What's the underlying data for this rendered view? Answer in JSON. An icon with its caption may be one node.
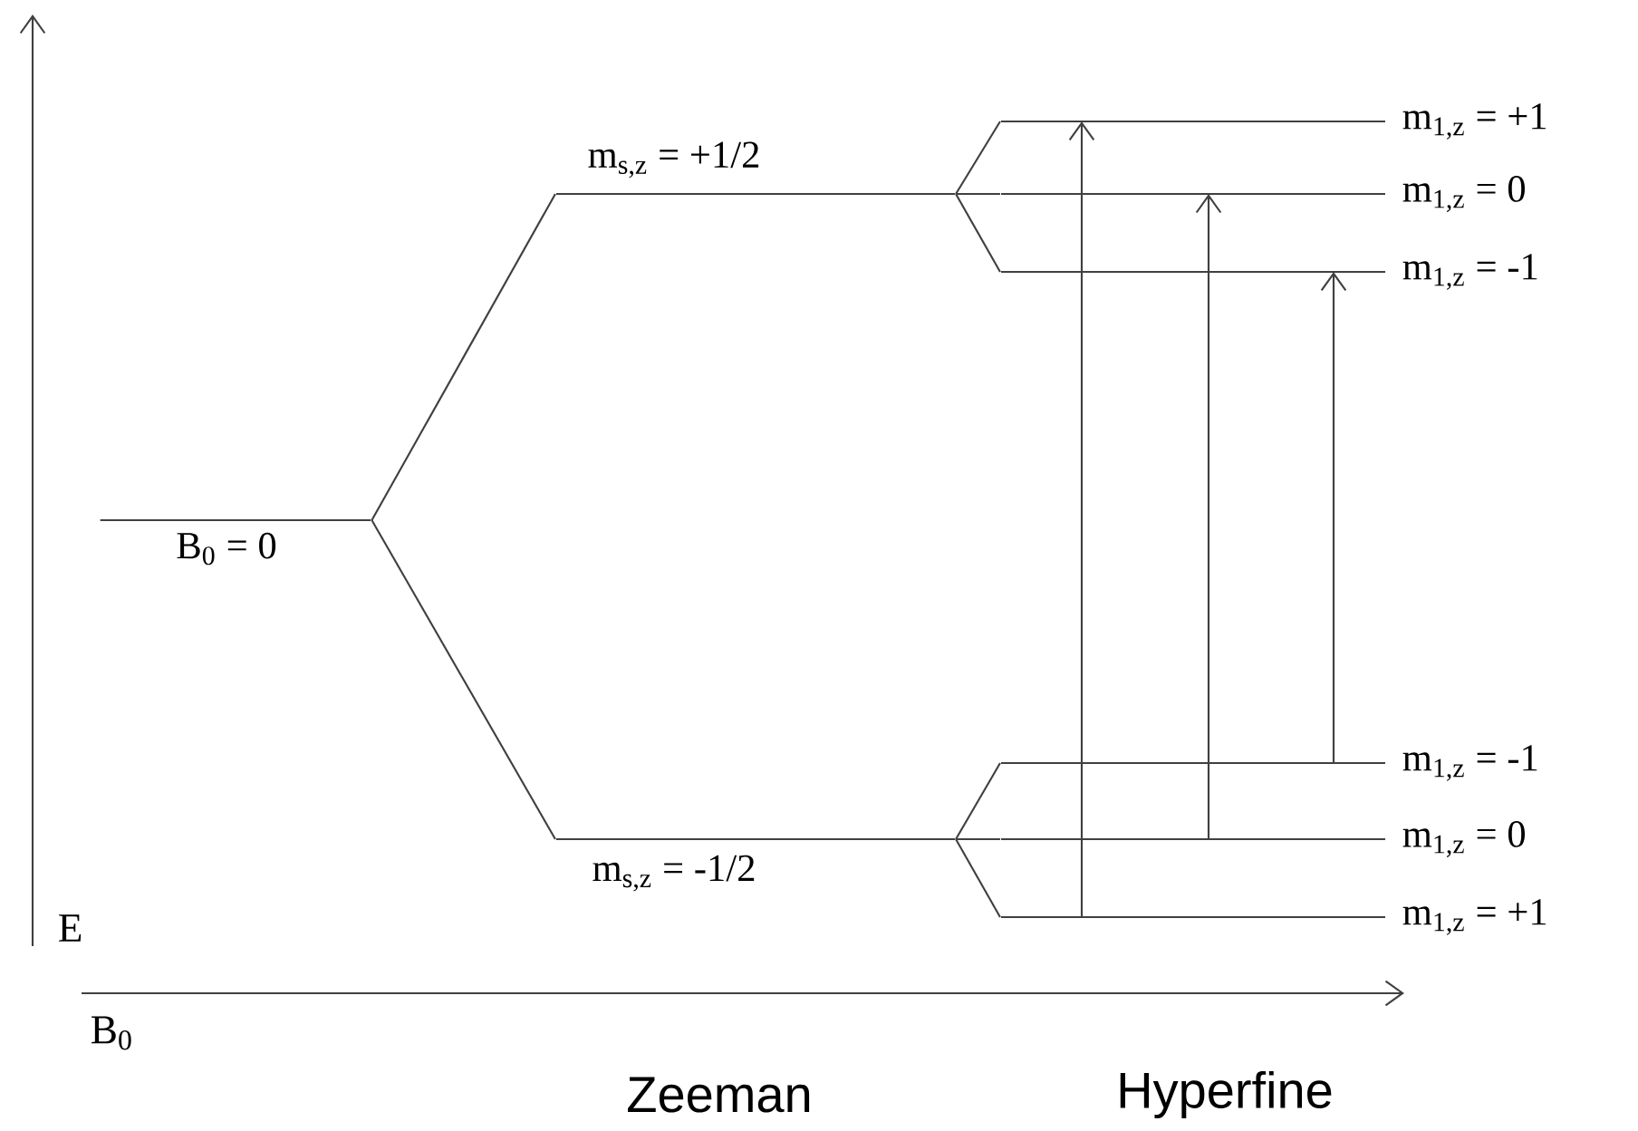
{
  "diagram": {
    "nodes": [
      {
        "text": [],
        "shape": "bar",
        "beside": [
          "B$_{0}$ = 0"
        ]
      },
      {
        "text": [],
        "shape": "bar",
        "beside": [
          "m$_{s,z}$ = +1/2"
        ]
      },
      {
        "text": [],
        "shape": "bar",
        "beside": [
          "m$_{s,z}$ = -1/2"
        ]
      },
      {
        "text": [],
        "shape": "bar",
        "beside": [
          "m$_{1,z}$ = +1"
        ]
      },
      {
        "text": [],
        "shape": "bar",
        "beside": [
          "m$_{1,z}$ = 0"
        ]
      },
      {
        "text": [],
        "shape": "bar",
        "beside": [
          "m$_{1,z}$ = -1"
        ]
      },
      {
        "text": [],
        "shape": "bar",
        "beside": [
          "m$_{1,z}$ = -1"
        ]
      },
      {
        "text": [],
        "shape": "bar",
        "beside": [
          "m$_{1,z}$ = 0"
        ]
      },
      {
        "text": [],
        "shape": "bar",
        "beside": [
          "m$_{1,z}$ = +1"
        ]
      }
    ],
    "edges": [
      {
        "from": 0,
        "to": 1,
        "arrow": "none"
      },
      {
        "from": 0,
        "to": 2,
        "arrow": "none"
      },
      {
        "from": 1,
        "to": 3,
        "arrow": "none"
      },
      {
        "from": 1,
        "to": 4,
        "arrow": "none"
      },
      {
        "from": 1,
        "to": 5,
        "arrow": "none"
      },
      {
        "from": 2,
        "to": 6,
        "arrow": "none"
      },
      {
        "from": 2,
        "to": 7,
        "arrow": "none"
      },
      {
        "from": 2,
        "to": 8,
        "arrow": "none"
      },
      {
        "from": 8,
        "to": 3,
        "arrow": "to"
      },
      {
        "from": 7,
        "to": 4,
        "arrow": "to"
      },
      {
        "from": 6,
        "to": 5,
        "arrow": "to"
      }
    ],
    "labels": [
      "E",
      "B$_{0}$",
      "Zeeman",
      "Hyperfine"
    ]
  }
}
